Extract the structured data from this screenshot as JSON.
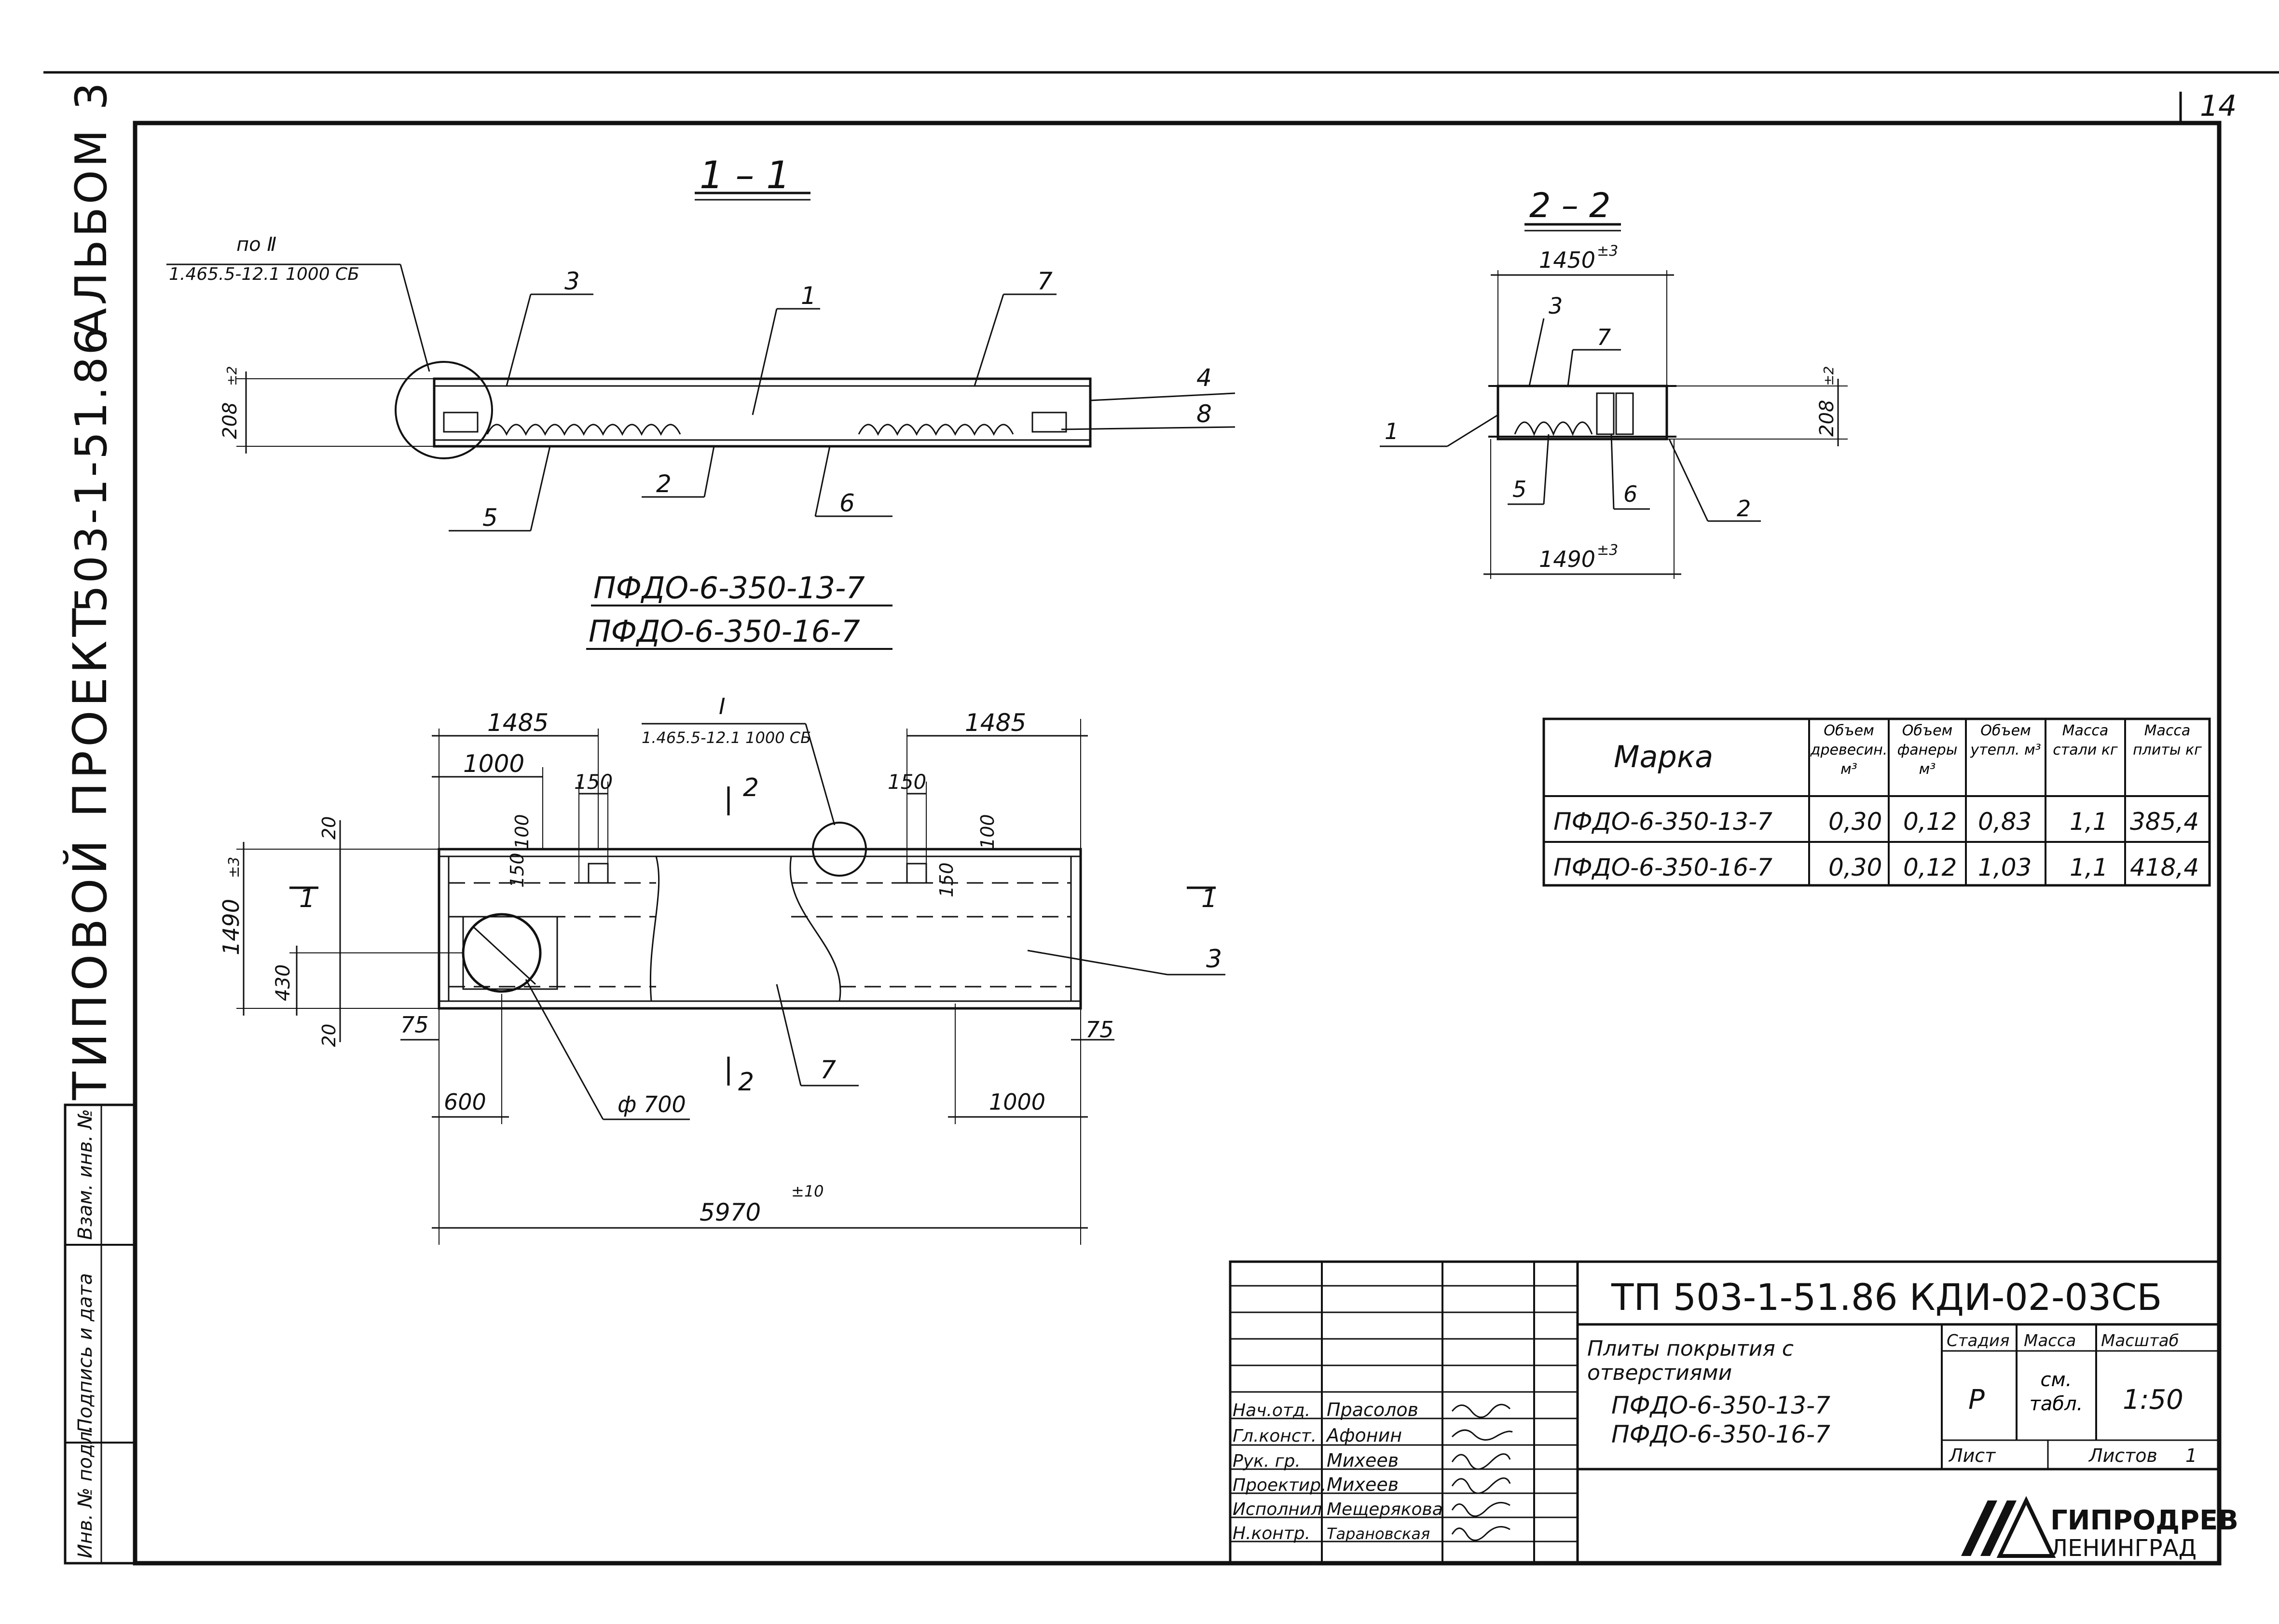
{
  "page_number": "14",
  "side_title": {
    "album": "АЛЬБОМ 3",
    "project_code": "503-1-51.86",
    "typical_project": "ТИПОВОЙ ПРОЕКТ"
  },
  "side_stamp": [
    "Инв. № подл.",
    "Подпись и дата",
    "Взам. инв. №"
  ],
  "section_1": {
    "title": "1 – 1",
    "ref_line1": "по Ⅱ",
    "ref_line2": "1.465.5-12.1 1000 СБ",
    "height_dim": "208",
    "height_tol": "±2",
    "callouts": [
      "3",
      "1",
      "7",
      "4",
      "8",
      "2",
      "6",
      "5"
    ]
  },
  "section_2": {
    "title": "2 – 2",
    "top_dim": "1450",
    "top_tol": "±3",
    "bottom_dim": "1490",
    "bottom_tol": "±3",
    "height_dim": "208",
    "height_tol": "±2",
    "callouts": [
      "3",
      "7",
      "1",
      "5",
      "6",
      "2"
    ]
  },
  "marks": [
    "ПФДО-6-350-13-7",
    "ПФДО-6-350-16-7"
  ],
  "plan": {
    "ref_num": "Ⅰ",
    "ref_code": "1.465.5-12.1 1000 СБ",
    "dims": {
      "d1485_left": "1485",
      "d1485_right": "1485",
      "d1000_top": "1000",
      "d150_left": "150",
      "d150_right": "150",
      "d100_left": "100",
      "d100_right": "100",
      "d150_v_left": "150",
      "d150_v_right": "150",
      "d20_top": "20",
      "d20_bottom": "20",
      "d1490": "1490",
      "d1490_tol": "±3",
      "d430": "430",
      "d75_left": "75",
      "d75_right": "75",
      "d600": "600",
      "d1000_bottom": "1000",
      "d5970": "5970",
      "d5970_tol": "±10",
      "phi700": "ф 700"
    },
    "section_marks": [
      "2",
      "2",
      "1",
      "1"
    ],
    "callouts": [
      "3",
      "7"
    ]
  },
  "table": {
    "headers": [
      "Марка",
      "Объем древесин. м³",
      "Объем фанеры м³",
      "Объем утепл. м³",
      "Масса стали кг",
      "Масса плиты кг"
    ],
    "rows": [
      [
        "ПФДО-6-350-13-7",
        "0,30",
        "0,12",
        "0,83",
        "1,1",
        "385,4"
      ],
      [
        "ПФДО-6-350-16-7",
        "0,30",
        "0,12",
        "1,03",
        "1,1",
        "418,4"
      ]
    ]
  },
  "title_block": {
    "doc_code": "ТП 503-1-51.86 КДИ-02-03СБ",
    "description": [
      "Плиты покрытия с",
      "отверстиями",
      "ПФДО-6-350-13-7",
      "ПФДО-6-350-16-7"
    ],
    "stage_label": "Стадия",
    "mass_label": "Масса",
    "scale_label": "Масштаб",
    "stage": "Р",
    "mass": "см. табл.",
    "scale": "1:50",
    "sheet_label": "Лист",
    "sheets_label": "Листов",
    "sheets_value": "1",
    "org": [
      "ГИПРОДРЕВ",
      "ЛЕНИНГРАД"
    ],
    "roles": [
      "Нач.отд.",
      "Гл.конст.",
      "Рук. гр.",
      "Проектир.",
      "Исполнил",
      "Н.контр."
    ],
    "names": [
      "Прасолов",
      "Афонин",
      "Михеев",
      "Михеев",
      "Мещерякова",
      "Тарановская"
    ],
    "signatures": [
      "Прасолов",
      "Афонин",
      "Михеев",
      "Михеев",
      "Мещерякова",
      "Тарановская"
    ]
  }
}
